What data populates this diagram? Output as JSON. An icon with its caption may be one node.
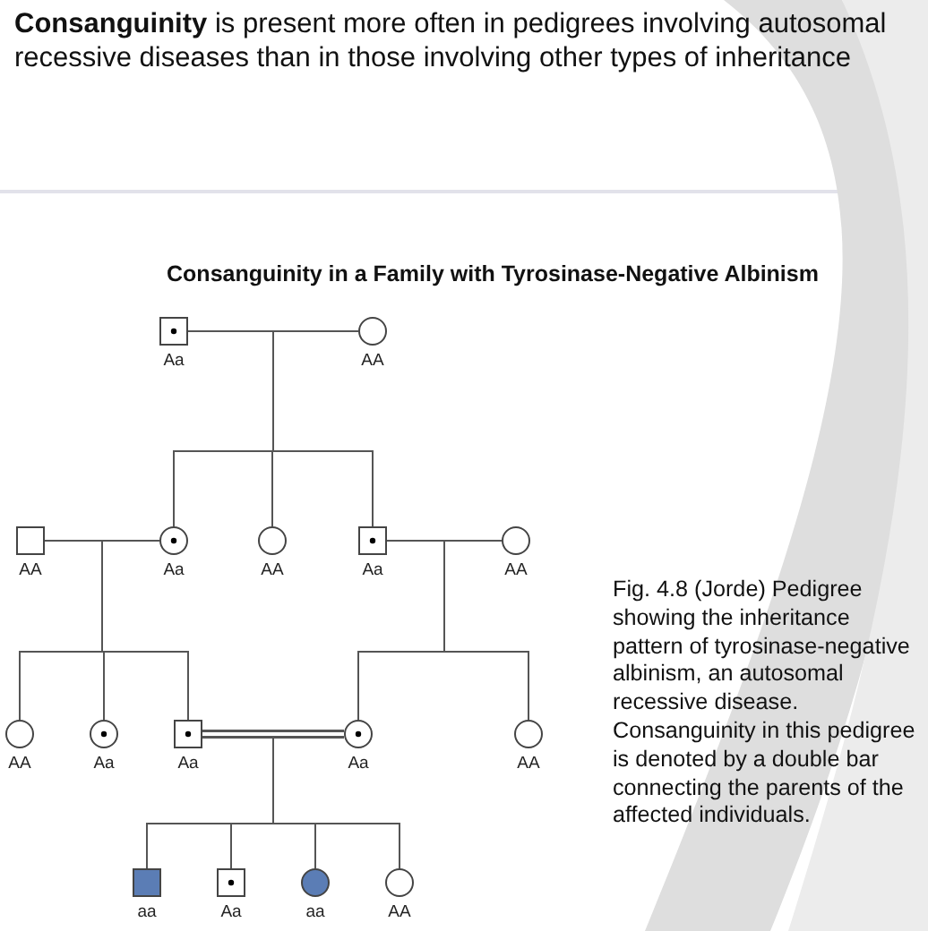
{
  "diagram": {
    "title": "Consanguinity in a Family with Tyrosinase-Negative Albinism",
    "caption": "Fig. 4.8 (Jorde) Pedigree showing the inheritance pattern of tyrosinase-negative albinism, an autosomal recessive disease. Consanguinity in this pedigree is denoted by a double bar connecting the parents of the affected individuals.",
    "labels": [
      "**Consanguinity** is present more often in pedigrees involving autosomal recessive diseases than in those involving other types of inheritance"
    ],
    "nodes": [
      {
        "text": [
          "Aa"
        ]
      },
      {
        "text": [
          "AA"
        ]
      },
      {
        "text": [
          "AA"
        ]
      },
      {
        "text": [
          "Aa"
        ]
      },
      {
        "text": [
          "AA"
        ]
      },
      {
        "text": [
          "Aa"
        ]
      },
      {
        "text": [
          "AA"
        ]
      },
      {
        "text": [
          "AA"
        ]
      },
      {
        "text": [
          "Aa"
        ]
      },
      {
        "text": [
          "Aa"
        ]
      },
      {
        "text": [
          "Aa"
        ]
      },
      {
        "text": [
          "AA"
        ]
      },
      {
        "text": [
          "aa"
        ]
      },
      {
        "text": [
          "Aa"
        ]
      },
      {
        "text": [
          "aa"
        ]
      },
      {
        "text": [
          "AA"
        ]
      }
    ],
    "edges": [
      {
        "from": 0,
        "to": 1,
        "arrow": "none"
      },
      {
        "from": 0,
        "to": 3,
        "arrow": "none"
      },
      {
        "from": 1,
        "to": 3,
        "arrow": "none"
      },
      {
        "from": 0,
        "to": 4,
        "arrow": "none"
      },
      {
        "from": 1,
        "to": 4,
        "arrow": "none"
      },
      {
        "from": 0,
        "to": 5,
        "arrow": "none"
      },
      {
        "from": 1,
        "to": 5,
        "arrow": "none"
      },
      {
        "from": 2,
        "to": 3,
        "arrow": "none"
      },
      {
        "from": 2,
        "to": 7,
        "arrow": "none"
      },
      {
        "from": 3,
        "to": 7,
        "arrow": "none"
      },
      {
        "from": 2,
        "to": 8,
        "arrow": "none"
      },
      {
        "from": 3,
        "to": 8,
        "arrow": "none"
      },
      {
        "from": 2,
        "to": 9,
        "arrow": "none"
      },
      {
        "from": 3,
        "to": 9,
        "arrow": "none"
      },
      {
        "from": 5,
        "to": 6,
        "arrow": "none"
      },
      {
        "from": 5,
        "to": 10,
        "arrow": "none"
      },
      {
        "from": 6,
        "to": 10,
        "arrow": "none"
      },
      {
        "from": 5,
        "to": 11,
        "arrow": "none"
      },
      {
        "from": 6,
        "to": 11,
        "arrow": "none"
      },
      {
        "from": 9,
        "to": 10,
        "arrow": "none",
        "style": "thick"
      },
      {
        "from": 9,
        "to": 12,
        "arrow": "none"
      },
      {
        "from": 10,
        "to": 12,
        "arrow": "none"
      },
      {
        "from": 9,
        "to": 13,
        "arrow": "none"
      },
      {
        "from": 10,
        "to": 13,
        "arrow": "none"
      },
      {
        "from": 9,
        "to": 14,
        "arrow": "none"
      },
      {
        "from": 10,
        "to": 14,
        "arrow": "none"
      },
      {
        "from": 9,
        "to": 15,
        "arrow": "none"
      },
      {
        "from": 10,
        "to": 15,
        "arrow": "none"
      }
    ]
  }
}
